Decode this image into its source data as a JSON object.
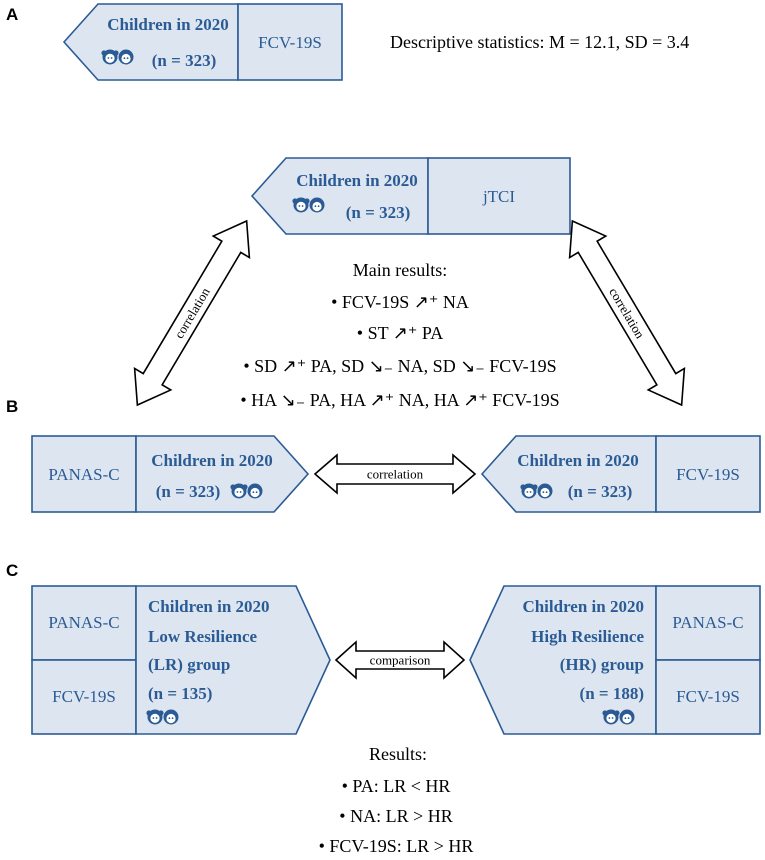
{
  "panels": {
    "a": {
      "letter": "A",
      "box": {
        "title": "Children in 2020",
        "n": "(n = 323)",
        "measure": "FCV-19S"
      },
      "stats": "Descriptive statistics: M = 12.1, SD = 3.4"
    },
    "b": {
      "letter": "B",
      "top_box": {
        "title": "Children in 2020",
        "n": "(n = 323)",
        "measure": "jTCI"
      },
      "left_box": {
        "title": "Children in 2020",
        "n": "(n = 323)",
        "measure": "PANAS-C"
      },
      "right_box": {
        "title": "Children in 2020",
        "n": "(n = 323)",
        "measure": "FCV-19S"
      },
      "arrow_left_label": "correlation",
      "arrow_right_label": "correlation",
      "arrow_bottom_label": "correlation",
      "results_title": "Main results:",
      "results": [
        "FCV-19S ↗⁺ NA",
        "ST ↗⁺ PA",
        "SD ↗⁺ PA,  SD ↘₋ NA,  SD ↘₋ FCV-19S",
        "HA ↘₋ PA,  HA ↗⁺ NA,  HA ↗⁺ FCV-19S"
      ]
    },
    "c": {
      "letter": "C",
      "left_box": {
        "lines": [
          "Children in 2020",
          "Low Resilience",
          "(LR) group",
          "(n = 135)"
        ],
        "measures": [
          "PANAS-C",
          "FCV-19S"
        ]
      },
      "right_box": {
        "lines": [
          "Children in 2020",
          "High Resilience",
          "(HR) group",
          "(n = 188)"
        ],
        "measures": [
          "PANAS-C",
          "FCV-19S"
        ]
      },
      "arrow_label": "comparison",
      "results_title": "Results:",
      "results": [
        "PA: LR < HR",
        "NA: LR > HR",
        "FCV-19S: LR > HR"
      ]
    }
  },
  "colors": {
    "accent": "#2b5b95",
    "box_fill": "#dde6f0"
  },
  "icons": [
    "children-icon"
  ]
}
